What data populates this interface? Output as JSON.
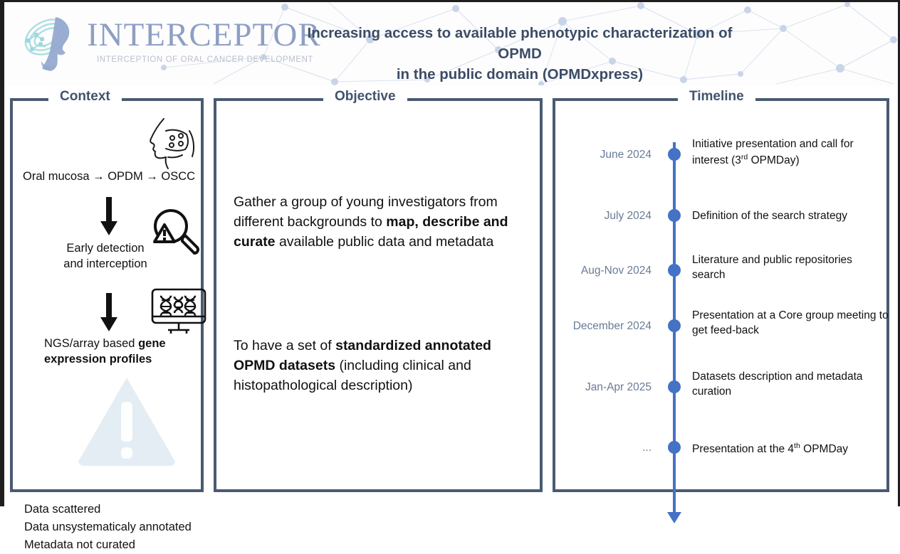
{
  "header": {
    "logo_word": "INTERCEPTOR",
    "logo_tagline": "INTERCEPTION OF ORAL CANCER DEVELOPMENT",
    "logo_mark_name": "interceptor-head-circuit-logo",
    "title_line1": "Increasing access to available phenotypic characterization of OPMD",
    "title_line2": "in the public domain (OPMDxpress)",
    "title_color": "#3c4c66",
    "background_pattern": "network-nodes-pattern"
  },
  "panels": {
    "context": {
      "title": "Context",
      "flow_line": "Oral mucosa → OPDM → OSCC",
      "step_early": "Early detection\nand interception",
      "step_early_l1": "Early detection",
      "step_early_l2": "and interception",
      "step_ngs_prefix": "NGS/array based ",
      "step_ngs_bold1": "gene",
      "step_ngs_bold2": "expression profiles",
      "issues": [
        "Data scattered",
        "Data unsystematicaly annotated",
        "Metadata not curated"
      ],
      "icons": {
        "head": "head-profile-oral-lesion-icon",
        "magnifier": "magnifier-warning-icon",
        "monitor": "monitor-dna-icon",
        "watermark": "warning-triangle-watermark"
      }
    },
    "objective": {
      "title": "Objective",
      "paragraph1": {
        "t1": "Gather a group of young investigators from different backgrounds to ",
        "b1": "map, describe and curate",
        "t2": " available public data and metadata"
      },
      "paragraph2": {
        "t1": "To have a set of ",
        "b1": "standardized annotated OPMD datasets",
        "t2": " (including clinical and histopathological description)"
      }
    },
    "timeline": {
      "title": "Timeline",
      "accent_color": "#4472c4",
      "date_color": "#6a7b96",
      "items": [
        {
          "date": "June 2024",
          "label_pre": "Initiative presentation and call for interest (3",
          "label_sup": "rd",
          "label_post": " OPMDay)"
        },
        {
          "date": "July 2024",
          "label_pre": "Definition of the search strategy",
          "label_sup": "",
          "label_post": ""
        },
        {
          "date": "Aug-Nov 2024",
          "label_pre": "Literature and public repositories search",
          "label_sup": "",
          "label_post": ""
        },
        {
          "date": "December 2024",
          "label_pre": "Presentation at a Core group meeting to get feed-back",
          "label_sup": "",
          "label_post": ""
        },
        {
          "date": "Jan-Apr 2025",
          "label_pre": "Datasets description and metadata curation",
          "label_sup": "",
          "label_post": ""
        },
        {
          "date": "...",
          "label_pre": "Presentation at the 4",
          "label_sup": "th",
          "label_post": " OPMDay"
        }
      ]
    }
  },
  "colors": {
    "panel_border": "#4a5a72",
    "heading": "#41536e",
    "logo_blue": "#8e9ec4",
    "timeline_blue": "#4472c4"
  }
}
